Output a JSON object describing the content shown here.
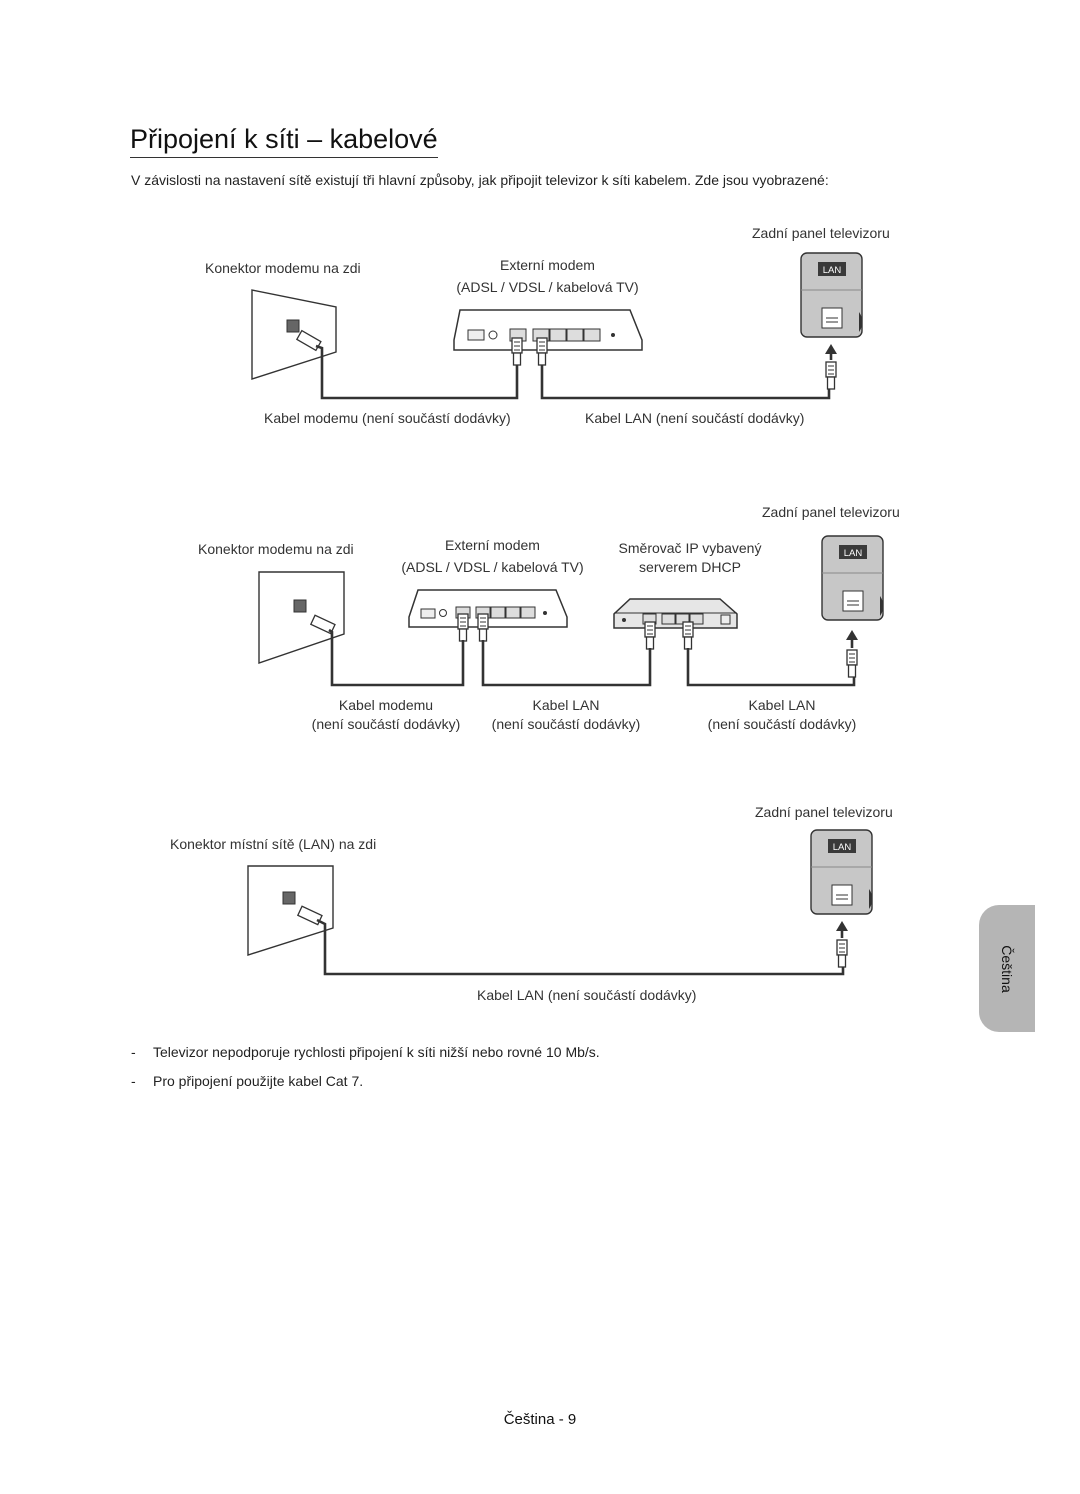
{
  "title": "Připojení k síti – kabelové",
  "intro": "V závislosti na nastavení sítě existují tři hlavní způsoby, jak připojit televizor k síti kabelem. Zde jsou vyobrazené:",
  "diagram1": {
    "tv_panel": "Zadní panel televizoru",
    "wall": "Konektor modemu na zdi",
    "modem_line1": "Externí modem",
    "modem_line2": "(ADSL / VDSL / kabelová TV)",
    "cable_modem": "Kabel modemu (není součástí dodávky)",
    "cable_lan": "Kabel LAN (není součástí dodávky)"
  },
  "diagram2": {
    "tv_panel": "Zadní panel televizoru",
    "wall": "Konektor modemu na zdi",
    "modem_line1": "Externí modem",
    "modem_line2": "(ADSL / VDSL / kabelová TV)",
    "router_line1": "Směrovač IP vybavený",
    "router_line2": "serverem DHCP",
    "cable_modem_1": "Kabel modemu",
    "cable_modem_2": "(není součástí dodávky)",
    "cable_lan1_1": "Kabel LAN",
    "cable_lan1_2": "(není součástí dodávky)",
    "cable_lan2_1": "Kabel LAN",
    "cable_lan2_2": "(není součástí dodávky)"
  },
  "diagram3": {
    "tv_panel": "Zadní panel televizoru",
    "wall": "Konektor místní sítě (LAN) na zdi",
    "cable_lan": "Kabel LAN (není součástí dodávky)"
  },
  "port_label": "LAN",
  "notes": [
    "Televizor nepodporuje rychlosti připojení k síti nižší nebo rovné 10 Mb/s.",
    "Pro připojení použijte kabel Cat 7."
  ],
  "bullet": "-",
  "side_tab": "Čeština",
  "footer": "Čeština - 9"
}
